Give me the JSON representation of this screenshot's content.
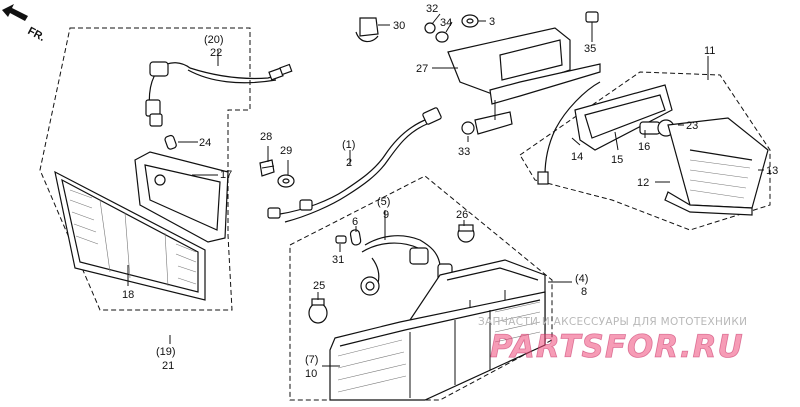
{
  "orientation": {
    "label": "FR.",
    "icon": "front-arrow-icon"
  },
  "watermark": {
    "line1": "ЗАПЧАСТИ И АКСЕССУАРЫ ДЛЯ МОТОТЕХНИКИ",
    "line2": "PARTSFOR.RU"
  },
  "callouts": {
    "c1": "(20)",
    "c2": "22",
    "c3": "24",
    "c4": "17",
    "c5": "18",
    "c6": "(19)",
    "c7": "21",
    "c8": "28",
    "c9": "29",
    "c10": "(1)",
    "c11": "2",
    "c12": "(5)",
    "c13": "9",
    "c14": "6",
    "c15": "31",
    "c16": "26",
    "c17": "25",
    "c18": "(7)",
    "c19": "10",
    "c20": "(4)",
    "c21": "8",
    "c22": "30",
    "c23": "32",
    "c24": "34",
    "c25": "3",
    "c26": "35",
    "c27": "27",
    "c28": "33",
    "c29": "11",
    "c30": "23",
    "c31": "14",
    "c32": "15",
    "c33": "16",
    "c34": "12",
    "c35": "13"
  },
  "colors": {
    "ink": "#111111",
    "watermark_gray": "#b8b8b8",
    "watermark_pink": "#ef4a7a"
  }
}
